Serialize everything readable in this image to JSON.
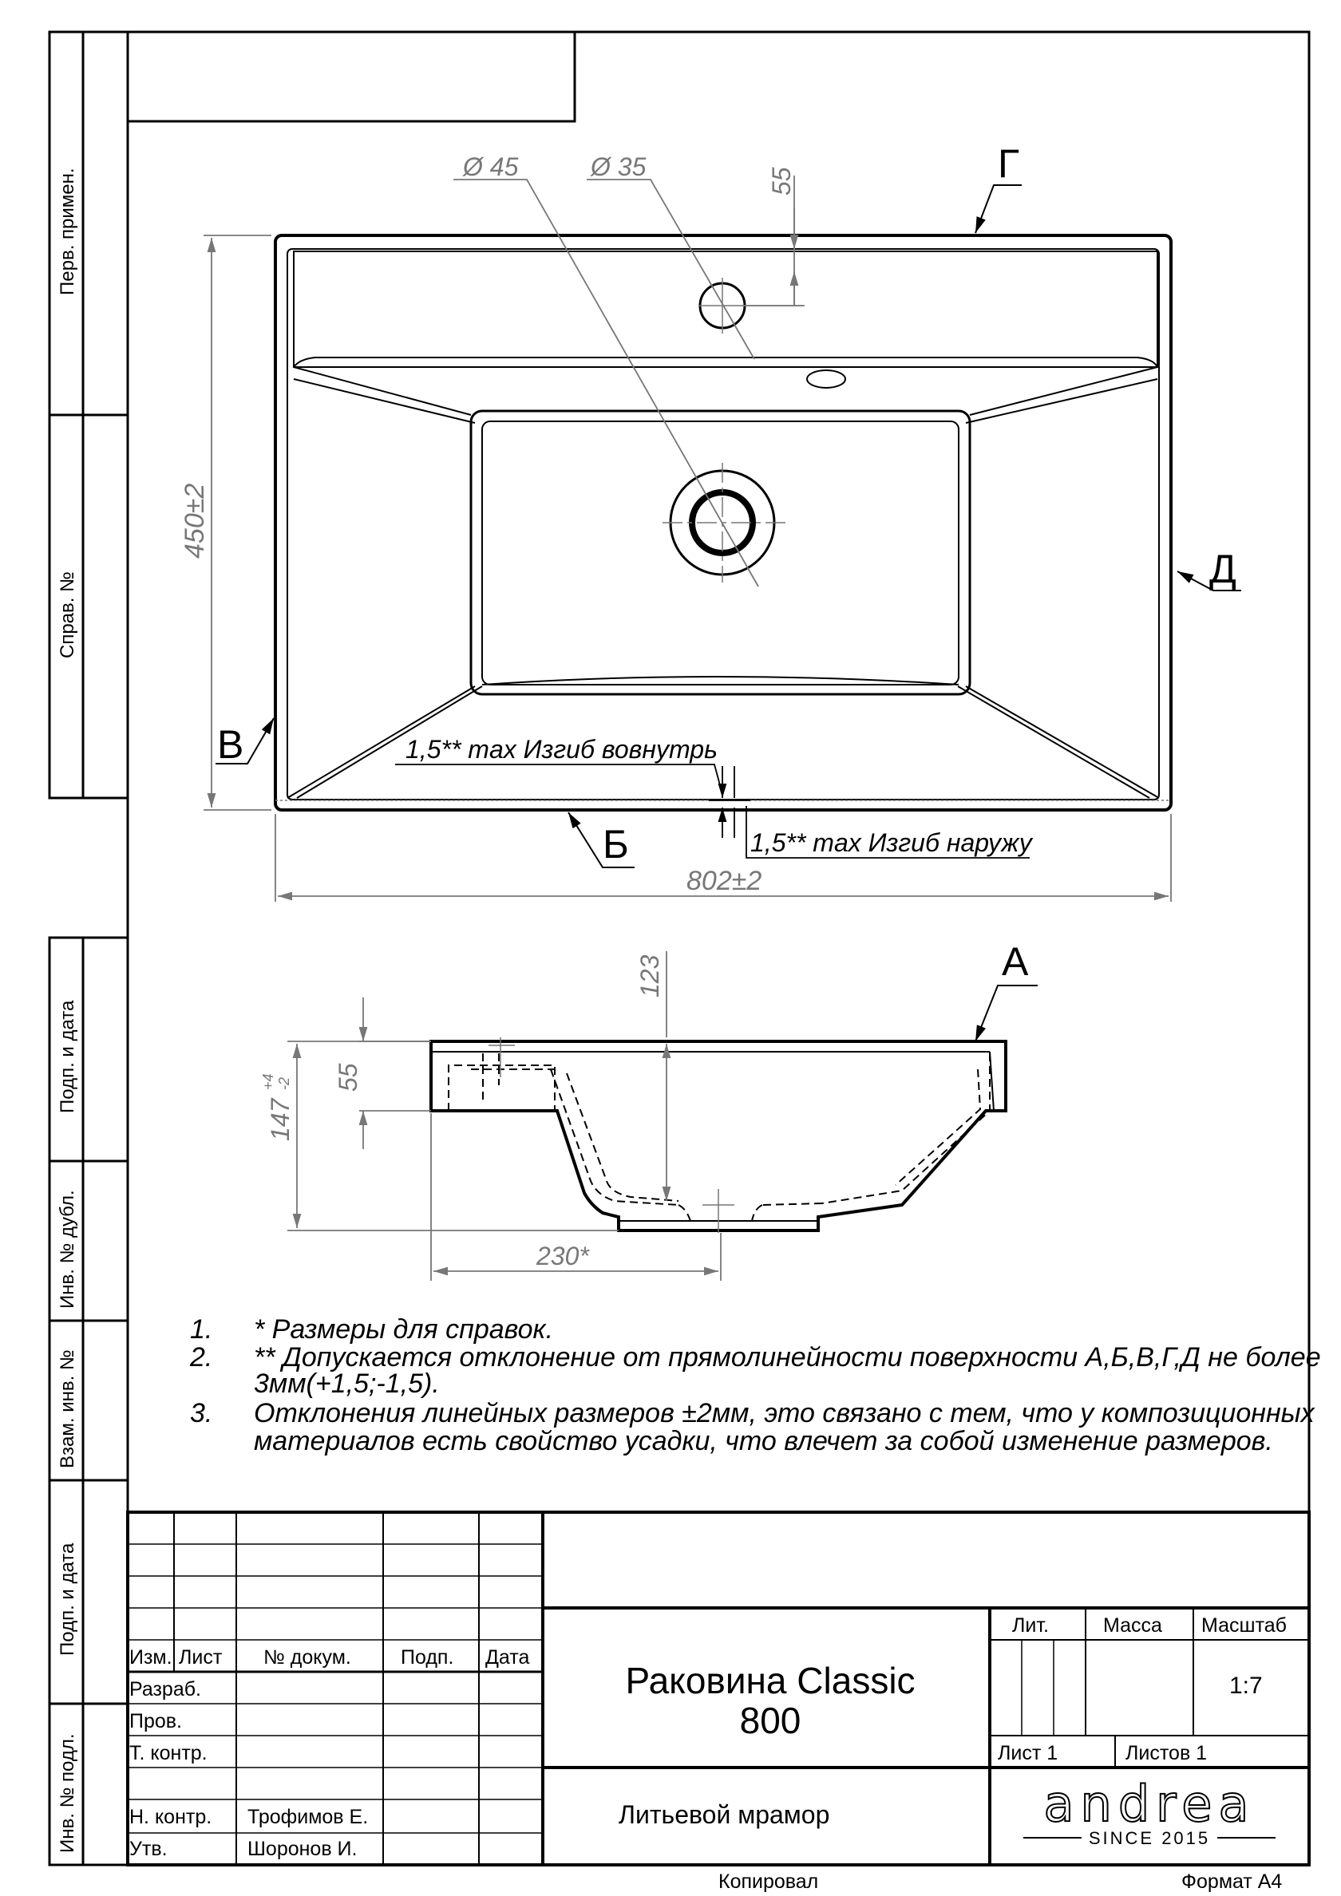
{
  "side_stamps": {
    "perv_primen": "Перв. примен.",
    "sprav_no": "Справ. №",
    "podp_data_1": "Подп. и дата",
    "inv_dubl": "Инв. № дубл.",
    "vzam_inv": "Взам. инв. №",
    "podp_data_2": "Подп. и дата",
    "inv_podl": "Инв. № подл."
  },
  "top_view": {
    "d45": "Ø 45",
    "d35": "Ø 35",
    "dim55": "55",
    "dim450": "450±2",
    "dim802": "802±2",
    "label_g": "Г",
    "label_d": "Д",
    "label_v": "В",
    "label_b": "Б",
    "bend_in": "1,5** max Изгиб вовнутрь",
    "bend_out": "1,5** max Изгиб наружу"
  },
  "side_view": {
    "label_a": "А",
    "dim123": "123",
    "dim55": "55",
    "dim147": "147",
    "dim147_upper": "+4",
    "dim147_lower": "-2",
    "dim230": "230*"
  },
  "notes": [
    {
      "num": "1.",
      "text": "*  Размеры для справок."
    },
    {
      "num": "2.",
      "text": "**  Допускается отклонение от прямолинейности поверхности А,Б,В,Г,Д не более",
      "cont": "3мм(+1,5;-1,5)."
    },
    {
      "num": "3.",
      "text": "Отклонения линейных размеров ±2мм, это связано с тем, что у композиционных",
      "cont": "материалов есть свойство усадки, что влечет за собой изменение размеров."
    }
  ],
  "title_block": {
    "col_izm": "Изм.",
    "col_list": "Лист",
    "col_doc": "№ докум.",
    "col_podp": "Подп.",
    "col_date": "Дата",
    "row_razrab": "Разраб.",
    "row_prov": "Пров.",
    "row_tkontr": "Т. контр.",
    "row_nkontr": "Н. контр.",
    "row_utv": "Утв.",
    "nkontr_name": "Трофимов Е.",
    "utv_name": "Шоронов И.",
    "product_line1": "Раковина Classic",
    "product_line2": "800",
    "material": "Литьевой мрамор",
    "lit": "Лит.",
    "massa": "Масса",
    "masshtab": "Масштаб",
    "scale": "1:7",
    "sheet": "Лист 1",
    "sheets": "Листов 1",
    "logo_word": "andrea",
    "logo_since": "SINCE 2015"
  },
  "footer": {
    "copied": "Копировал",
    "format": "Формат А4"
  }
}
